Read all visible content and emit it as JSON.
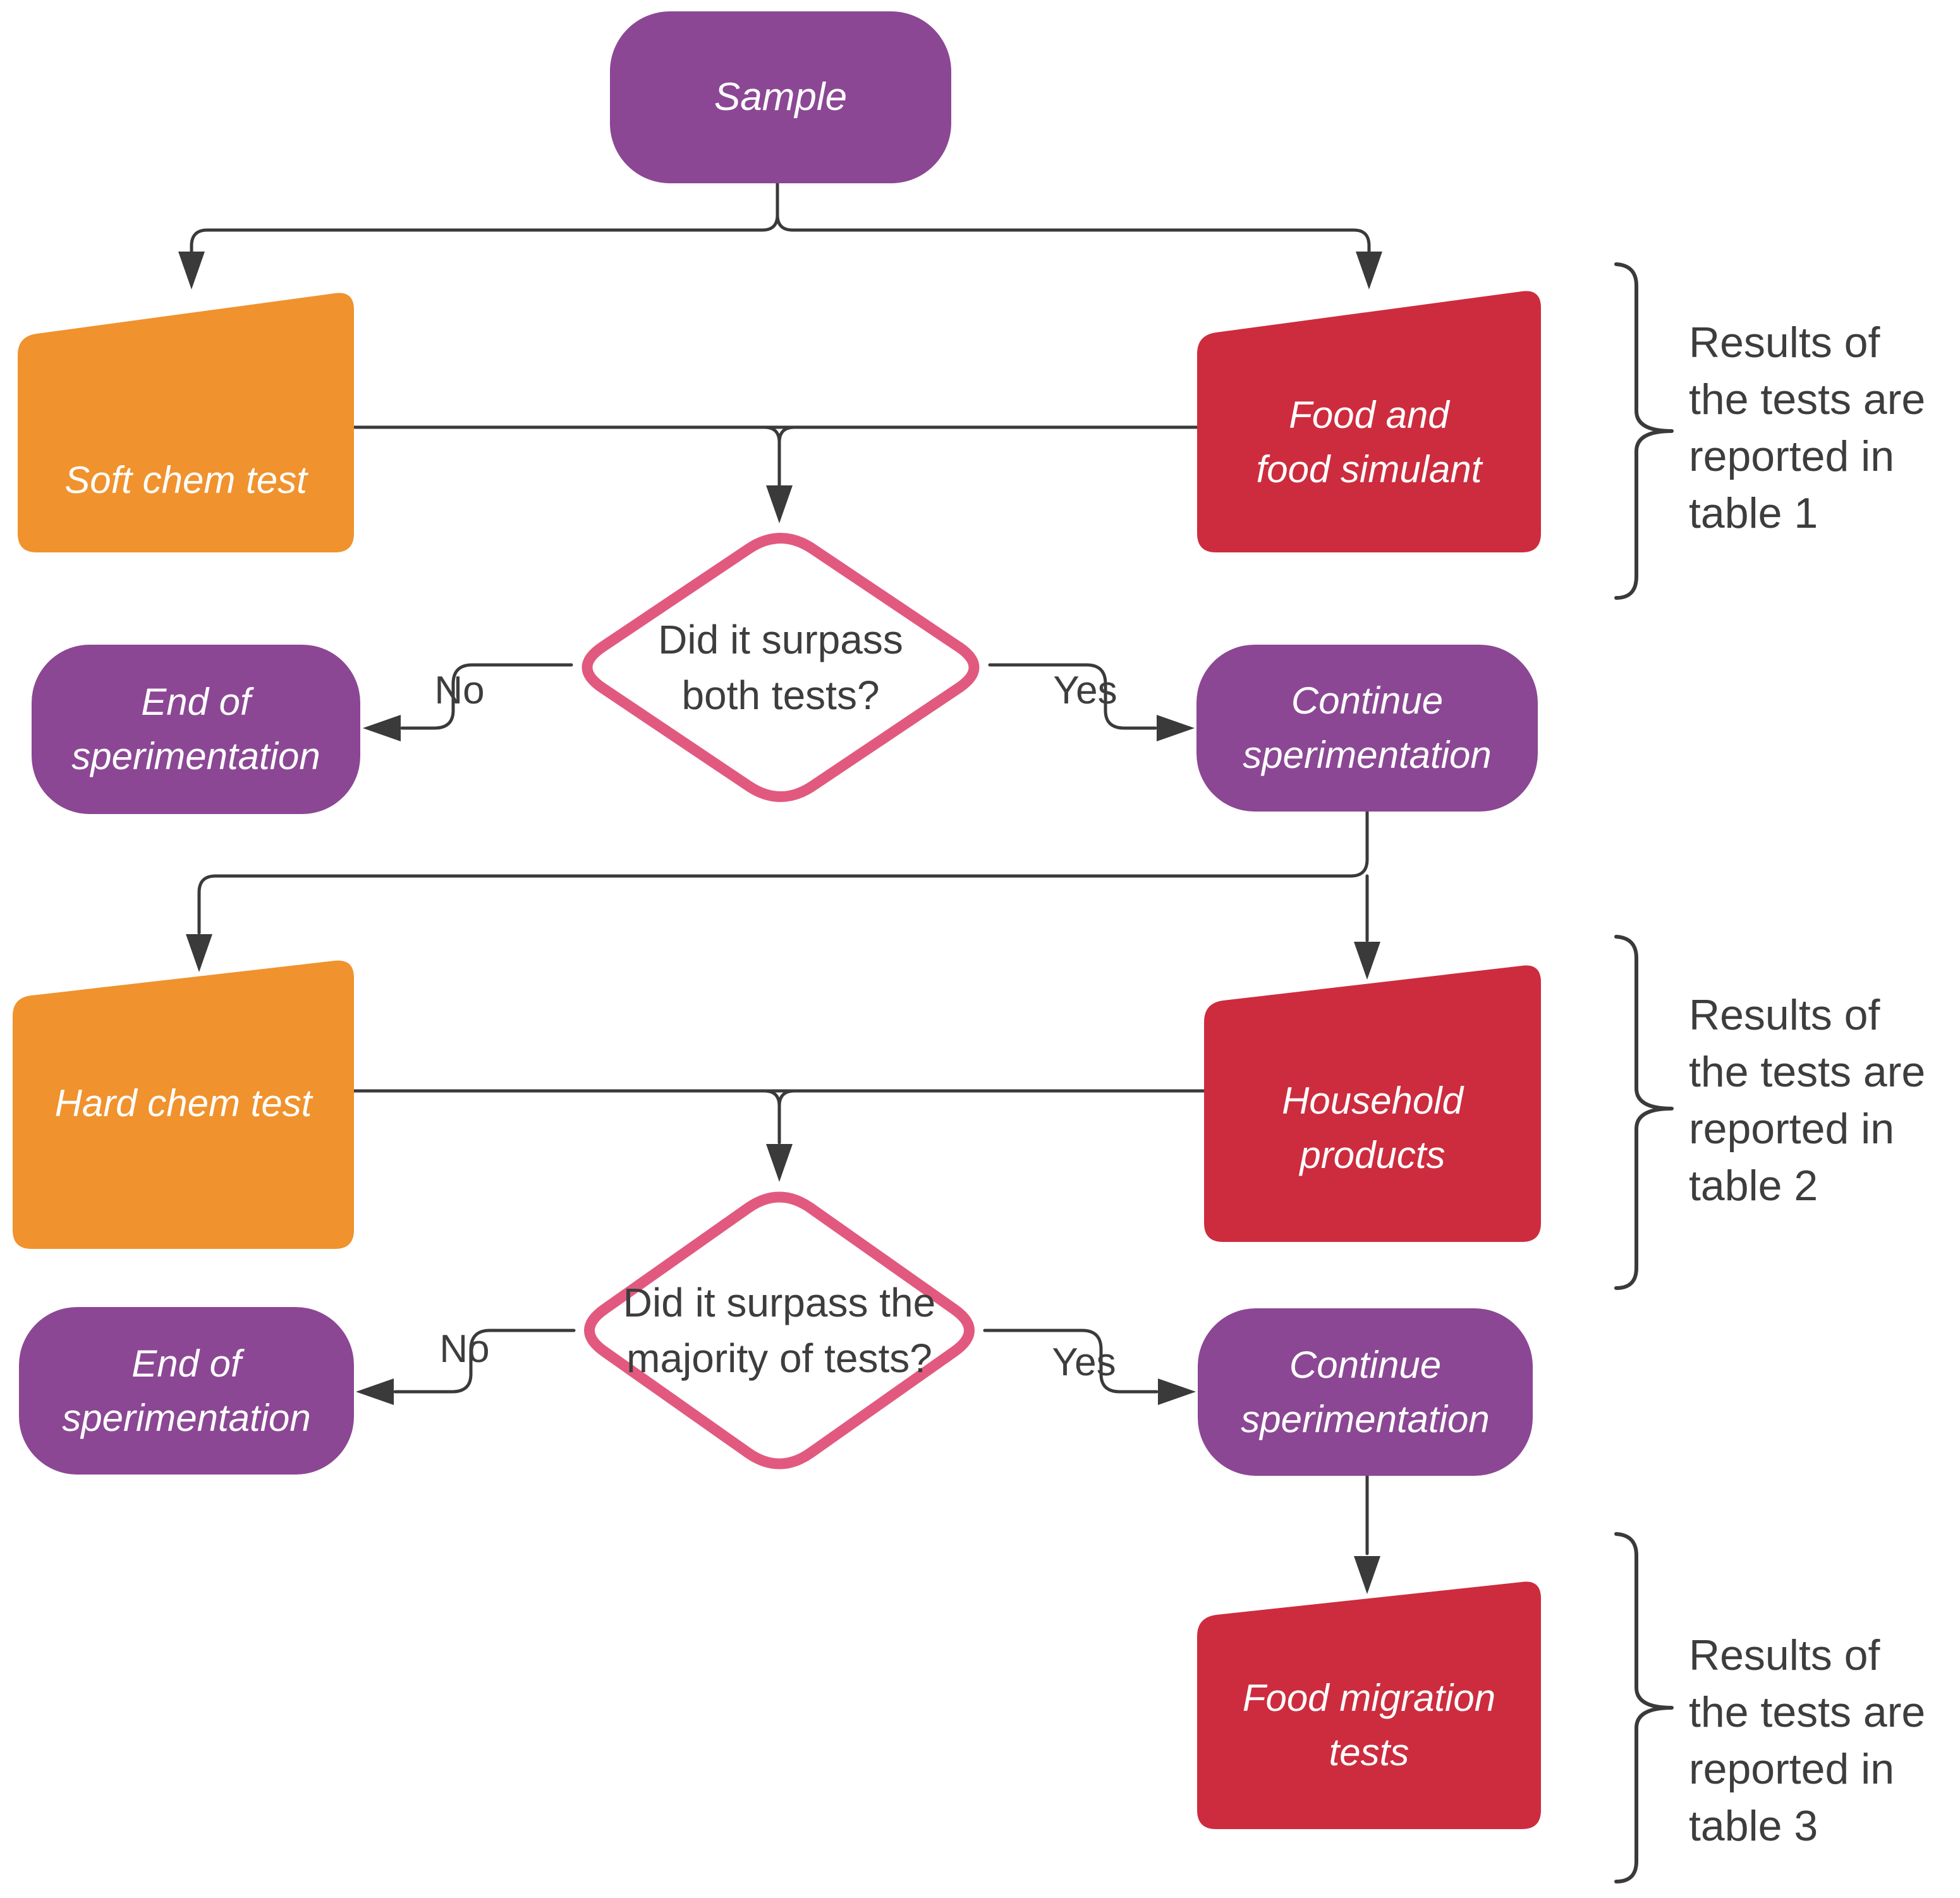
{
  "colors": {
    "purple": "#8b4794",
    "orange": "#f0922d",
    "red": "#cd2c3e",
    "pink": "#e2597f",
    "line": "#3a3a3a",
    "text": "#3d3d3d",
    "node_text": "#ffffff",
    "diamond_fill": "#ffffff"
  },
  "nodes": {
    "sample": {
      "label": "Sample"
    },
    "soft_chem": {
      "label": "Soft chem test"
    },
    "food_simulant": {
      "label": "Food and\nfood simulant"
    },
    "decision1": {
      "label": "Did it surpass\nboth tests?"
    },
    "end1": {
      "label": "End of\nsperimentation"
    },
    "continue1": {
      "label": "Continue\nsperimentation"
    },
    "hard_chem": {
      "label": "Hard chem test"
    },
    "household": {
      "label": "Household\nproducts"
    },
    "decision2": {
      "label": "Did it surpass the\nmajority of tests?"
    },
    "end2": {
      "label": "End of\nsperimentation"
    },
    "continue2": {
      "label": "Continue\nsperimentation"
    },
    "food_migration": {
      "label": "Food migration\ntests"
    }
  },
  "edge_labels": {
    "no1": "No",
    "yes1": "Yes",
    "no2": "No",
    "yes2": "Yes"
  },
  "annotations": {
    "table1": "Results of\nthe tests are\nreported in\ntable 1",
    "table2": "Results of\nthe tests are\nreported in\ntable 2",
    "table3": "Results of\nthe tests are\nreported in\ntable 3"
  }
}
